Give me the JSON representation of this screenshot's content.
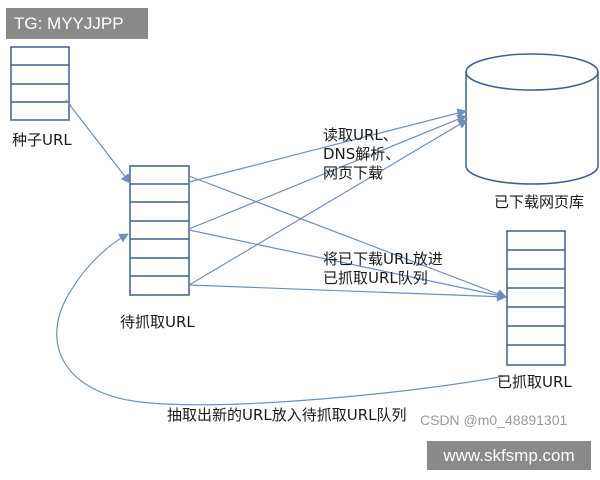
{
  "badges": {
    "top_left": "TG: MYYJJPP",
    "bottom_right": "www.skfsmp.com"
  },
  "watermark": "CSDN @m0_48891301",
  "nodes": {
    "seed_urls": "种子URL",
    "to_crawl": "待抓取URL",
    "downloaded_db": "已下载网页库",
    "crawled": "已抓取URL"
  },
  "edge_labels": {
    "download_line1": "读取URL、",
    "download_line2": "DNS解析、",
    "download_line3": "网页下载",
    "enqueue_line1": "将已下载URL放进",
    "enqueue_line2": "已抓取URL队列",
    "loop_back": "抽取出新的URL放入待抓取URL队列"
  },
  "colors": {
    "box_stroke": "#3f5f8c",
    "arrow": "#6f8fb8",
    "badge_bg": "#8a8a8a"
  }
}
